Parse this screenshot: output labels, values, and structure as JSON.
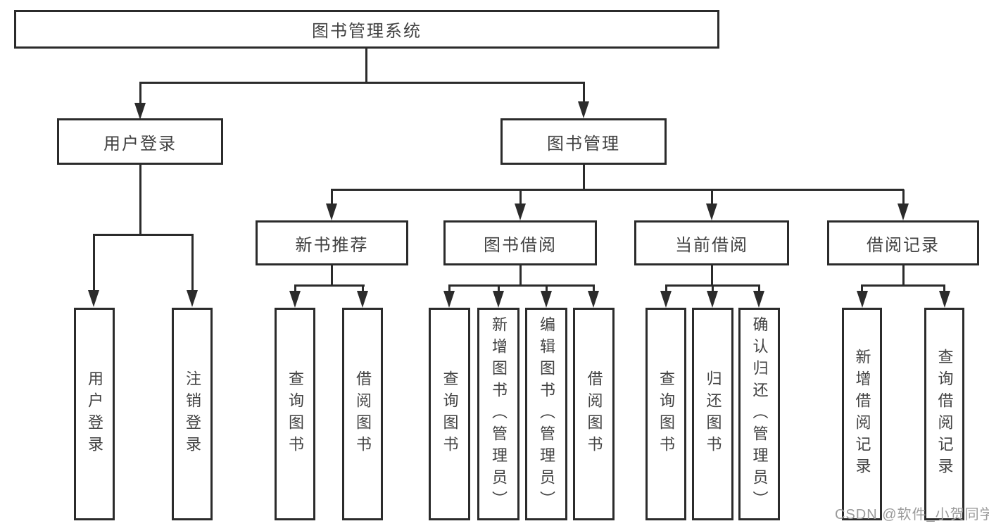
{
  "diagram": {
    "root": {
      "label": "图书管理系统"
    },
    "branches": [
      {
        "label": "用户登录",
        "children": [
          "用户登录",
          "注销登录"
        ]
      },
      {
        "label": "图书管理",
        "sections": [
          {
            "label": "新书推荐",
            "children": [
              "查询图书",
              "借阅图书"
            ]
          },
          {
            "label": "图书借阅",
            "children": [
              "查询图书",
              "新增图书（管理员）",
              "编辑图书（管理员）",
              "借阅图书"
            ]
          },
          {
            "label": "当前借阅",
            "children": [
              "查询图书",
              "归还图书",
              "确认归还（管理员）"
            ]
          },
          {
            "label": "借阅记录",
            "children": [
              "新增借阅记录",
              "查询借阅记录"
            ]
          }
        ]
      }
    ]
  },
  "watermark": {
    "text": "CSDN @软件_小贺同学"
  },
  "colors": {
    "line": "#2b2b2b",
    "text": "#424242",
    "watermark": "#9b9b9b",
    "background": "#ffffff"
  }
}
